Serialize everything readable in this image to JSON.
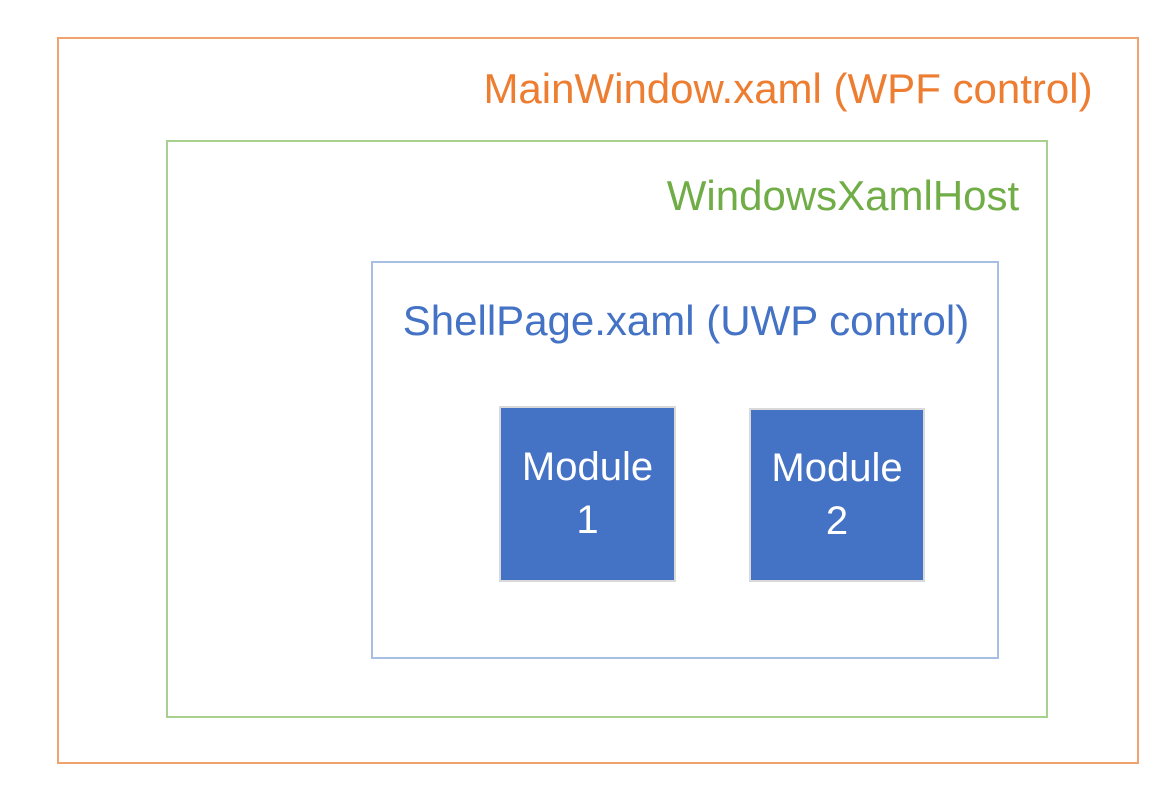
{
  "diagram": {
    "title": "MainWindow.xaml (WPF control)",
    "background_color": "#FFFFFF",
    "boxes": {
      "mainwindow": {
        "label": "MainWindow.xaml (WPF control)",
        "text_color": "#ED7D31",
        "border_color": "#F0A36E"
      },
      "xamlhost": {
        "label": "WindowsXamlHost",
        "text_color": "#70AD47",
        "border_color": "#A9D18E"
      },
      "shellpage": {
        "label": "ShellPage.xaml (UWP control)",
        "text_color": "#4472C4",
        "border_color": "#A6BFE3"
      }
    },
    "modules": [
      {
        "name": "Module",
        "number": "1",
        "fill_color": "#4472C4",
        "border_color": "#D9D9D9",
        "text_color": "#FFFFFF"
      },
      {
        "name": "Module",
        "number": "2",
        "fill_color": "#4472C4",
        "border_color": "#D9D9D9",
        "text_color": "#FFFFFF"
      }
    ]
  }
}
